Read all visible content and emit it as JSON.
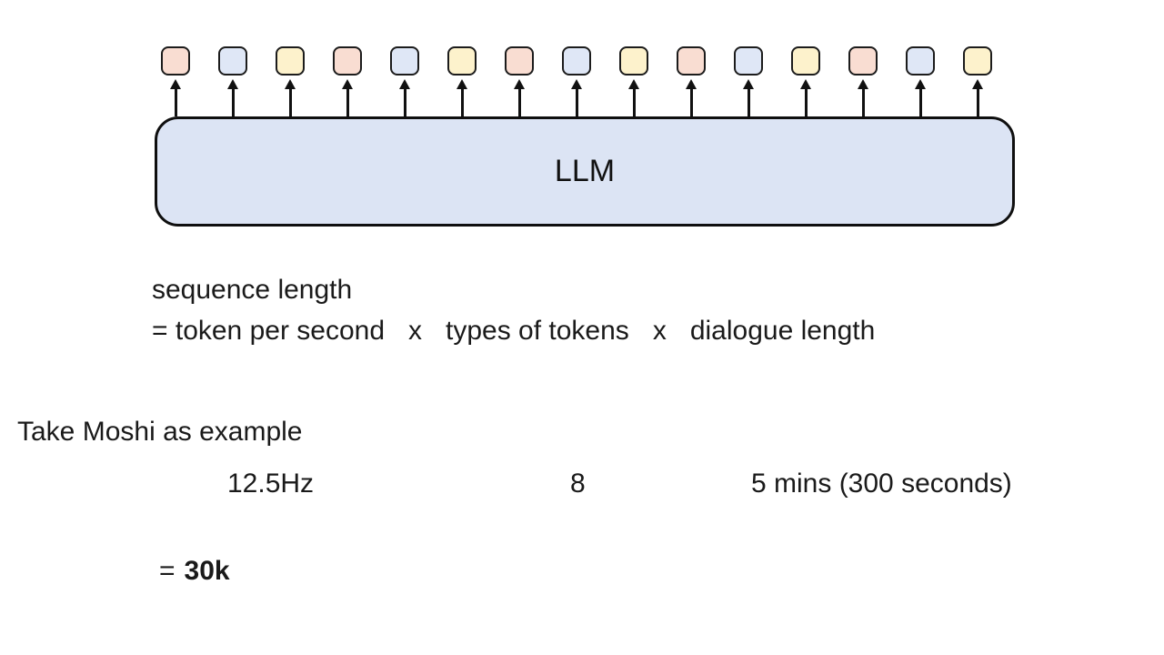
{
  "colors": {
    "background": "#ffffff",
    "text": "#1a1a1a",
    "arrow": "#111111",
    "token_border": "#1c1c1c",
    "token_pink": "#f9ddd2",
    "token_blue": "#dfe7f6",
    "token_yellow": "#fdf2cc",
    "llm_box_fill": "#dce4f4",
    "llm_box_border": "#0f0f0f"
  },
  "diagram": {
    "llm_label": "LLM",
    "token_colors": [
      "pink",
      "blue",
      "yellow",
      "pink",
      "blue",
      "yellow",
      "pink",
      "blue",
      "yellow",
      "pink",
      "blue",
      "yellow",
      "pink",
      "blue",
      "yellow"
    ]
  },
  "formula": {
    "line1": "sequence length",
    "lhs": "= token per second",
    "operator1": "x",
    "term2": "types of tokens",
    "operator2": "x",
    "term3": "dialogue length"
  },
  "example": {
    "heading": "Take Moshi as example",
    "value_token_rate": "12.5Hz",
    "value_token_types": "8",
    "value_dialogue_length": "5 mins (300 seconds)",
    "result_equals": "=",
    "result_value": "30k"
  }
}
